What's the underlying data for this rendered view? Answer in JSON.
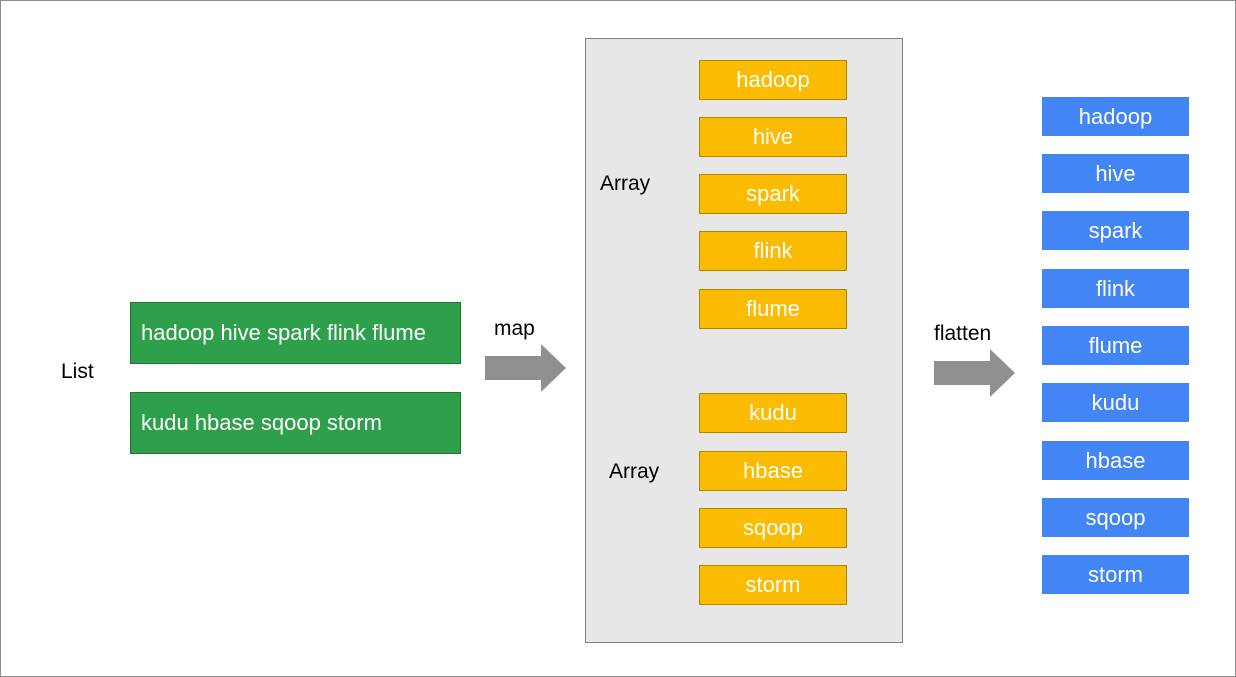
{
  "colors": {
    "list_box": "#2e9f4a",
    "array_item": "#fbbb00",
    "flat_item": "#4285f4",
    "panel": "#e7e7e7",
    "arrow": "#909090"
  },
  "list": {
    "label": "List",
    "items": [
      "hadoop hive spark flink flume",
      "kudu hbase sqoop storm"
    ]
  },
  "map_step": {
    "label": "map"
  },
  "arrays": [
    {
      "label": "Array",
      "items": [
        "hadoop",
        "hive",
        "spark",
        "flink",
        "flume"
      ]
    },
    {
      "label": "Array",
      "items": [
        "kudu",
        "hbase",
        "sqoop",
        "storm"
      ]
    }
  ],
  "flatten_step": {
    "label": "flatten"
  },
  "flattened": {
    "items": [
      "hadoop",
      "hive",
      "spark",
      "flink",
      "flume",
      "kudu",
      "hbase",
      "sqoop",
      "storm"
    ]
  }
}
